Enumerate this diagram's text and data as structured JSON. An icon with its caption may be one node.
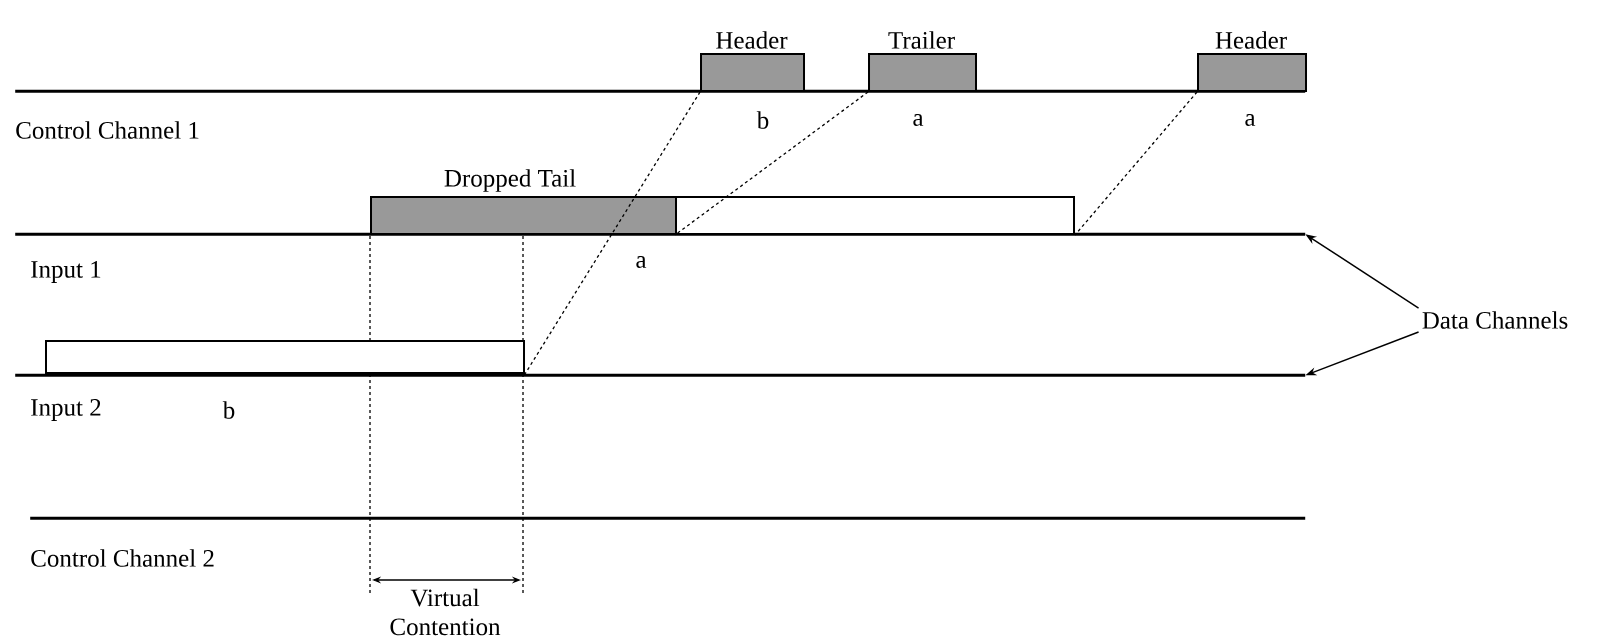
{
  "diagram": {
    "nodes": [
      {
        "text": [],
        "shape": "line"
      },
      {
        "text": [
          "Header"
        ],
        "beside": [
          "b"
        ]
      },
      {
        "text": [
          "Trailer"
        ],
        "beside": [
          "a"
        ]
      },
      {
        "text": [
          "Header"
        ],
        "beside": [
          "a"
        ]
      },
      {
        "text": [],
        "shape": "line"
      },
      {
        "text": [
          "Dropped Tail"
        ],
        "beside": [
          "a"
        ]
      },
      {
        "text": [],
        "shape": "box"
      },
      {
        "text": [],
        "shape": "box",
        "beside": [
          "b"
        ]
      },
      {
        "text": [],
        "shape": "line"
      },
      {
        "text": [],
        "shape": "line"
      },
      {
        "text": [
          "Data Channels"
        ]
      }
    ],
    "edges": [
      {
        "from": 1,
        "to": 7,
        "arrow": "none",
        "style": "dashed"
      },
      {
        "from": 2,
        "to": 6,
        "arrow": "none",
        "style": "dashed"
      },
      {
        "from": 3,
        "to": 6,
        "arrow": "none",
        "style": "dashed"
      },
      {
        "from": 10,
        "to": 4,
        "arrow": "to"
      },
      {
        "from": 10,
        "to": 8,
        "arrow": "to"
      }
    ],
    "labels": [
      "Control Channel 1",
      "Input 1",
      "Input 2",
      "Control Channel 2",
      "Virtual Contention"
    ]
  }
}
